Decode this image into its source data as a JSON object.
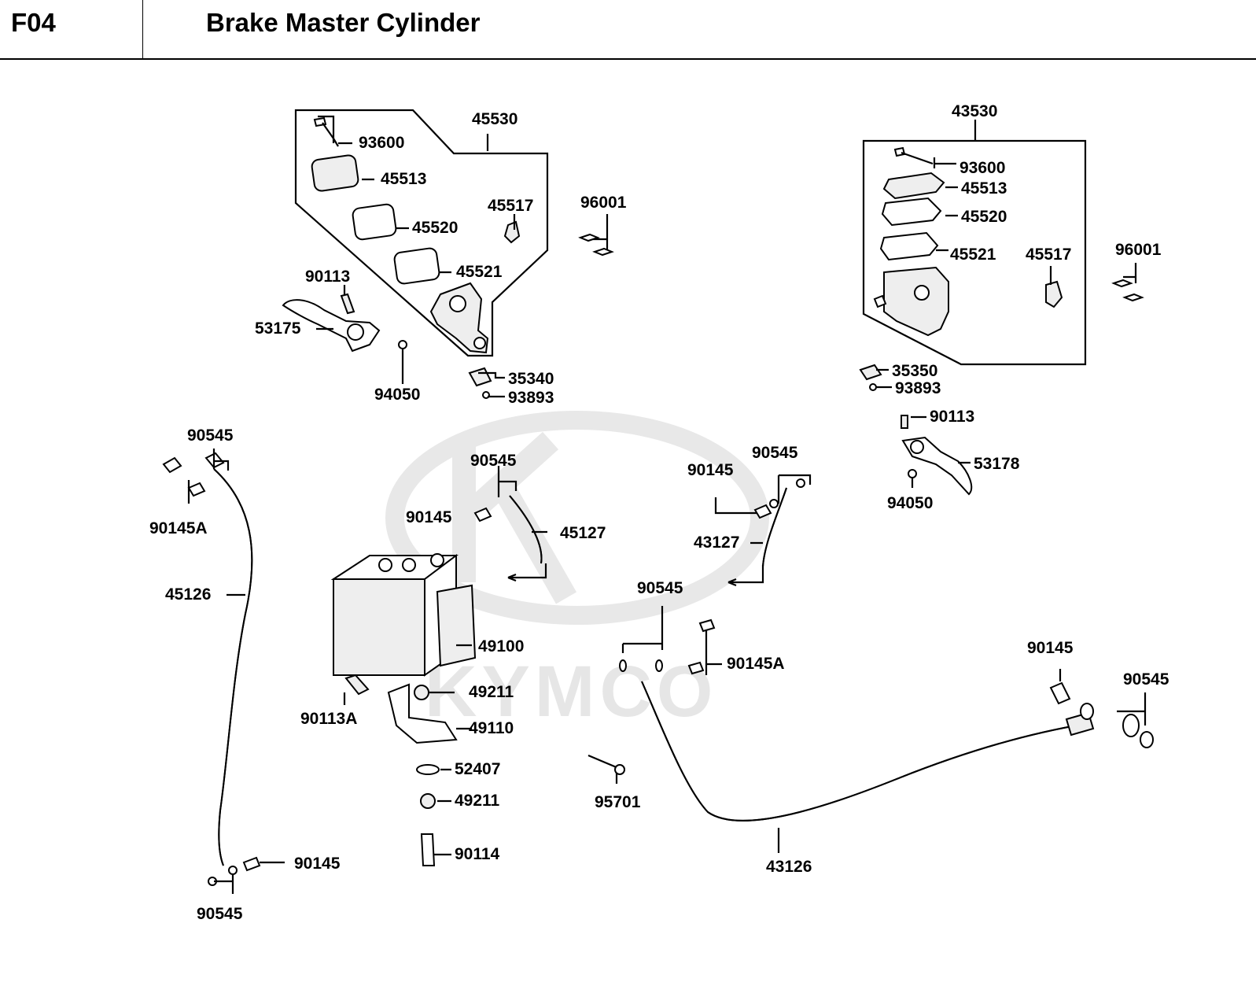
{
  "header": {
    "code": "F04",
    "title": "Brake Master Cylinder"
  },
  "watermark": "KYMCO",
  "labels": {
    "l45530": "45530",
    "l93600a": "93600",
    "l45513a": "45513",
    "l45520a": "45520",
    "l45517a": "45517",
    "l45521a": "45521",
    "l96001a": "96001",
    "l90113a": "90113",
    "l53175": "53175",
    "l94050a": "94050",
    "l35340": "35340",
    "l93893a": "93893",
    "l43530": "43530",
    "l93600b": "93600",
    "l45513b": "45513",
    "l45520b": "45520",
    "l45521b": "45521",
    "l45517b": "45517",
    "l96001b": "96001",
    "l35350": "35350",
    "l93893b": "93893",
    "l90113b": "90113",
    "l53178": "53178",
    "l94050b": "94050",
    "l90545a": "90545",
    "l90145Aa": "90145A",
    "l45126": "45126",
    "l90145a": "90145",
    "l90545b": "90545",
    "l90545c": "90545",
    "l90145b": "90145",
    "l45127": "45127",
    "l49100": "49100",
    "l49211a": "49211",
    "l90113A": "90113A",
    "l49110": "49110",
    "l52407": "52407",
    "l49211b": "49211",
    "l90114": "90114",
    "l90545d": "90545",
    "l90145c": "90145",
    "l43127": "43127",
    "l90545e": "90545",
    "l90145Ab": "90145A",
    "l95701": "95701",
    "l43126": "43126",
    "l90145d": "90145",
    "l90545f": "90545"
  }
}
